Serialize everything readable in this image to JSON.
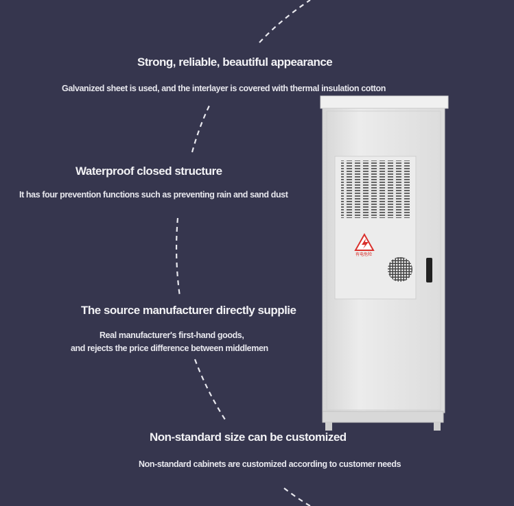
{
  "features": [
    {
      "title": "Strong, reliable, beautiful appearance",
      "description": "Galvanized sheet is used, and the interlayer is covered with thermal insulation cotton"
    },
    {
      "title": "Waterproof closed structure",
      "description": "It has four prevention functions such as preventing rain and sand dust"
    },
    {
      "title": "The source manufacturer directly supplie",
      "description_lines": [
        "Real manufacturer's first-hand goods,",
        "and rejects the price difference between middlemen"
      ]
    },
    {
      "title": "Non-standard size can be customized",
      "description": "Non-standard cabinets are customized according to customer needs"
    }
  ],
  "product": {
    "warning_label": "有电危险"
  },
  "colors": {
    "background": "#36364e",
    "cabinet": "#e4e4e4",
    "warning": "#d9302c"
  }
}
